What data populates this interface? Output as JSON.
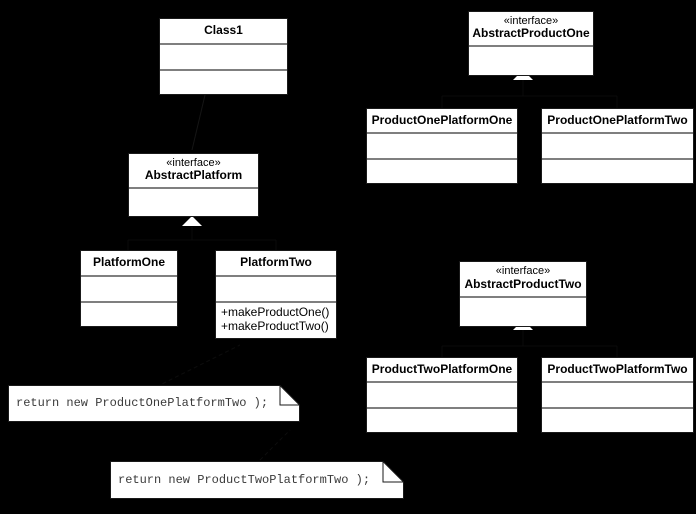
{
  "diagram": {
    "title": "Abstract Factory UML class diagram",
    "background_color": "#000000",
    "box_fill": "#ffffff",
    "box_border": "#1a1a1a",
    "separator_color": "#7f7f7f",
    "note_text_color": "#3a3a3a"
  },
  "classes": {
    "class1": {
      "name": "Class1",
      "stereotype": "",
      "operations": []
    },
    "abstract_platform": {
      "name": "AbstractPlatform",
      "stereotype": "«interface»",
      "operations": []
    },
    "platform_one": {
      "name": "PlatformOne",
      "stereotype": "",
      "operations": []
    },
    "platform_two": {
      "name": "PlatformTwo",
      "stereotype": "",
      "operations": [
        "+makeProductOne()",
        "+makeProductTwo()"
      ]
    },
    "abstract_product_one": {
      "name": "AbstractProductOne",
      "stereotype": "«interface»",
      "operations": []
    },
    "product_one_platform_one": {
      "name": "ProductOnePlatformOne",
      "stereotype": "",
      "operations": []
    },
    "product_one_platform_two": {
      "name": "ProductOnePlatformTwo",
      "stereotype": "",
      "operations": []
    },
    "abstract_product_two": {
      "name": "AbstractProductTwo",
      "stereotype": "«interface»",
      "operations": []
    },
    "product_two_platform_one": {
      "name": "ProductTwoPlatformOne",
      "stereotype": "",
      "operations": []
    },
    "product_two_platform_two": {
      "name": "ProductTwoPlatformTwo",
      "stereotype": "",
      "operations": []
    }
  },
  "notes": {
    "note_one": {
      "text": "return new ProductOnePlatformTwo );"
    },
    "note_two": {
      "text": "return new ProductTwoPlatformTwo );"
    }
  }
}
